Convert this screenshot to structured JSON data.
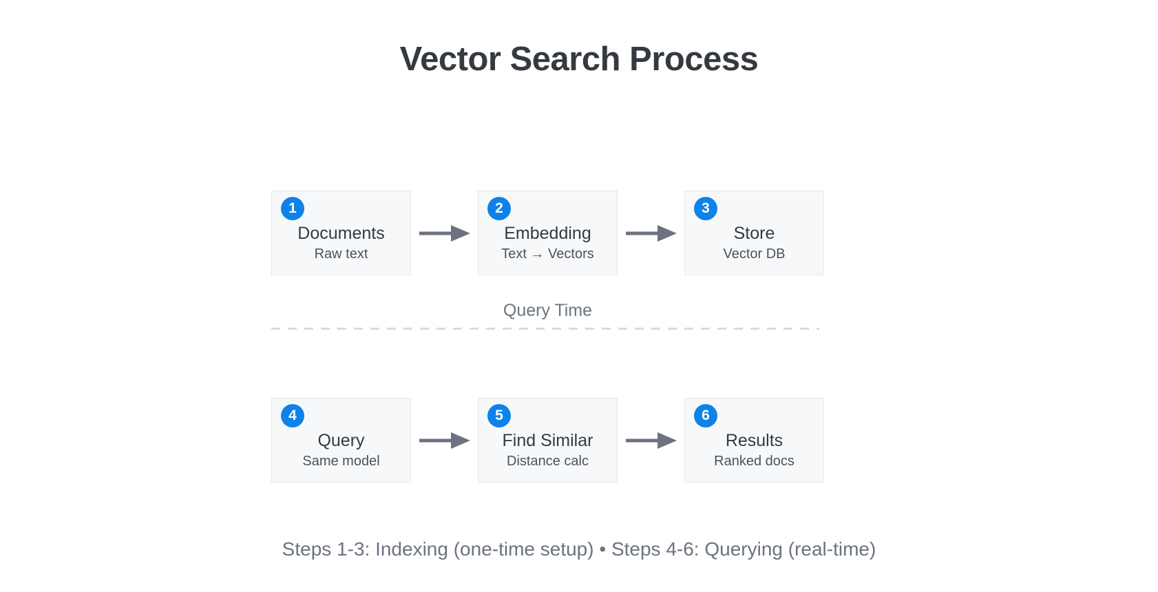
{
  "title": "Vector Search Process",
  "colors": {
    "badge_blue": "#0e82e8",
    "box_background": "#f7f8f9",
    "box_border": "#e3e6ea",
    "arrow_gray": "#6b7280",
    "heading_text": "#343a40",
    "muted_text": "#6c757d"
  },
  "rows": [
    {
      "name": "indexing",
      "steps": [
        {
          "num": "1",
          "label": "Documents",
          "sub": "Raw text"
        },
        {
          "num": "2",
          "label": "Embedding",
          "sub": "Text → Vectors"
        },
        {
          "num": "3",
          "label": "Store",
          "sub": "Vector DB"
        }
      ]
    },
    {
      "name": "querying",
      "steps": [
        {
          "num": "4",
          "label": "Query",
          "sub": "Same model"
        },
        {
          "num": "5",
          "label": "Find Similar",
          "sub": "Distance calc"
        },
        {
          "num": "6",
          "label": "Results",
          "sub": "Ranked docs"
        }
      ]
    }
  ],
  "divider": {
    "label": "Query Time"
  },
  "footer": "Steps 1-3: Indexing (one-time setup) • Steps 4-6: Querying (real-time)"
}
